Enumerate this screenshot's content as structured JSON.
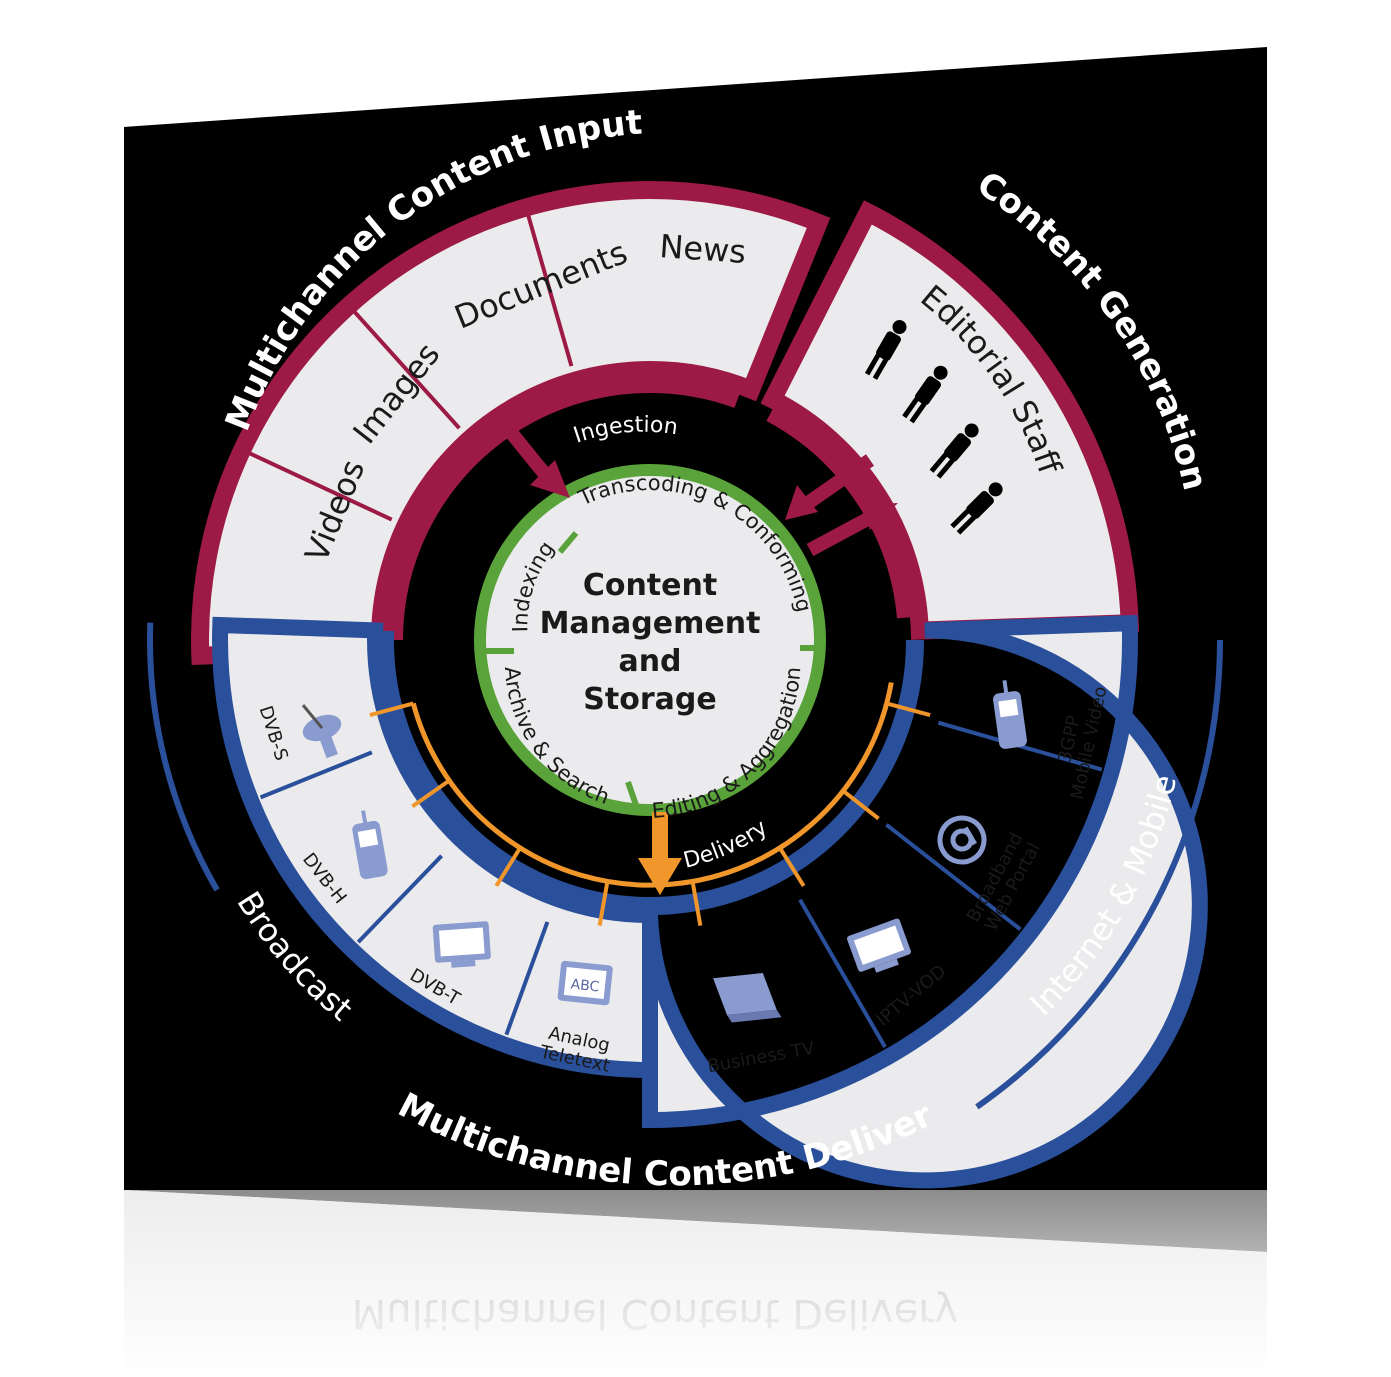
{
  "colors": {
    "background": "#000000",
    "input_ring": "#9c1a45",
    "delivery_ring": "#2a4f9b",
    "core_ring": "#5aa33a",
    "delivery_arrow": "#f0962a",
    "panel_fill": "#ebebed",
    "icon_fill": "#8a9bd0"
  },
  "input": {
    "title": "Multichannel Content Input",
    "items": [
      "Videos",
      "Images",
      "Documents",
      "News"
    ],
    "flow_label": "Ingestion"
  },
  "generation": {
    "title": "Content Generation",
    "staff_label": "Editorial Staff"
  },
  "core": {
    "title_lines": [
      "Content",
      "Management",
      "and",
      "Storage"
    ],
    "functions": [
      "Transcoding & Conforming",
      "Indexing",
      "Archive & Search",
      "Editing & Aggregation"
    ]
  },
  "delivery": {
    "title": "Multichannel Content Delivery",
    "flow_label": "Delivery",
    "broadcast": {
      "title": "Broadcast",
      "items": [
        "DVB-S",
        "DVB-H",
        "DVB-T",
        "Analog Teletext"
      ]
    },
    "internet": {
      "title": "Internet & Mobile",
      "items": [
        "Business TV",
        "IPTV-VOD",
        "Broadband Web Portal",
        "3GPP Mobile Video"
      ]
    }
  },
  "icons": [
    "satellite-dish-icon",
    "mobile-phone-icon",
    "monitor-icon",
    "teletext-tv-icon",
    "laptop-icon",
    "at-sign-icon",
    "person-icon"
  ],
  "teletext_icon_text": "ABC"
}
